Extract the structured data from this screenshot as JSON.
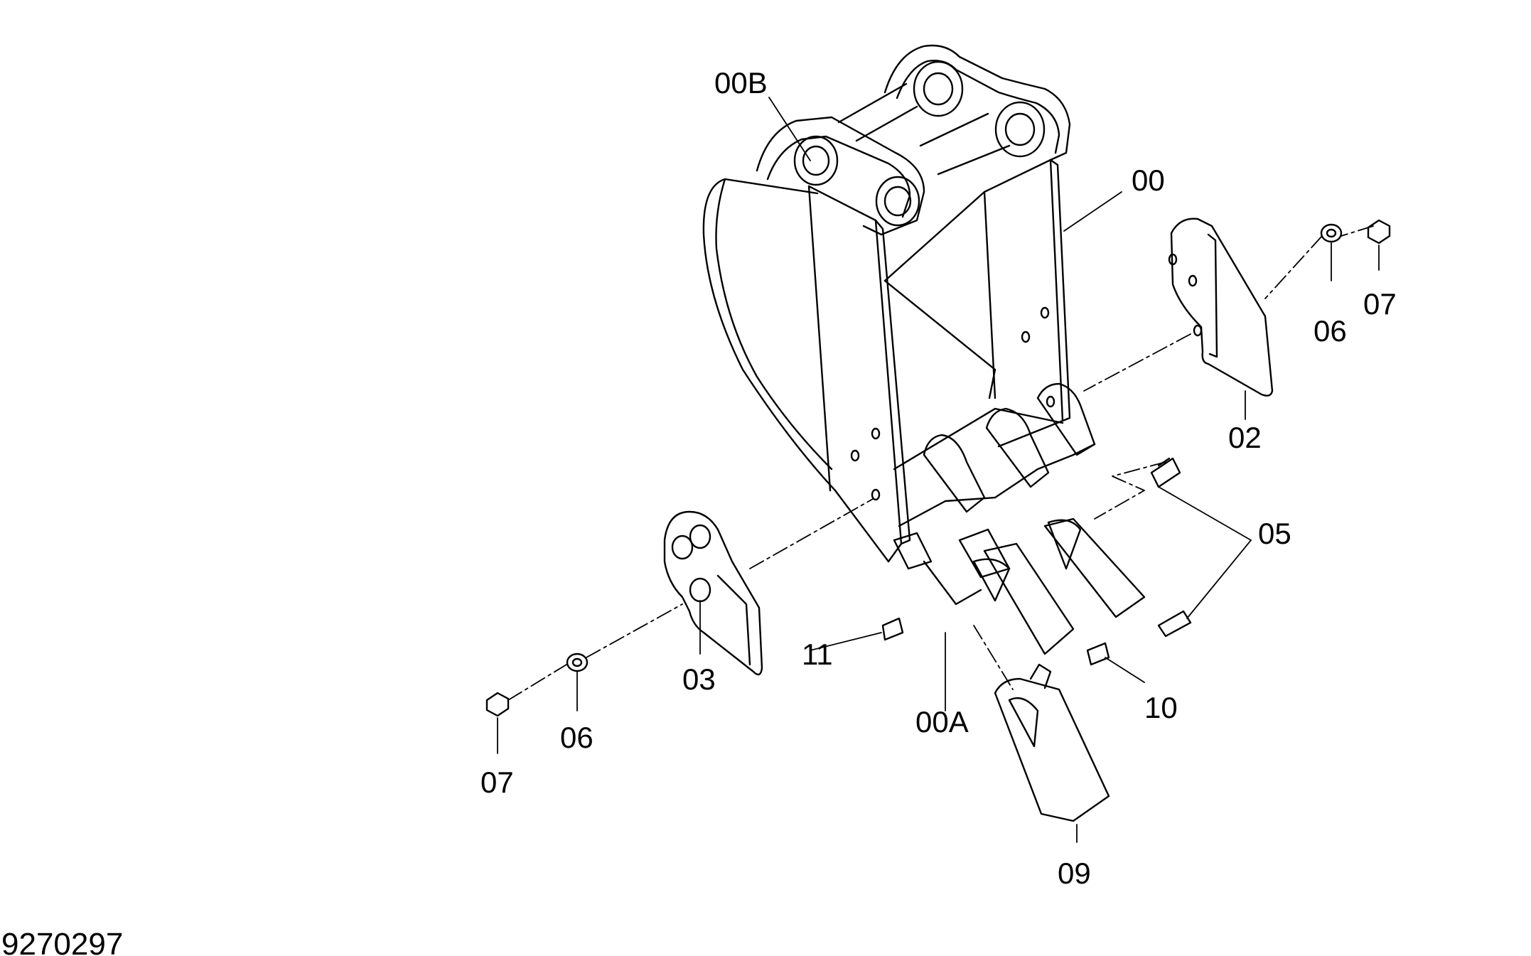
{
  "figure_number": "9270297",
  "callouts": [
    {
      "id": "00B",
      "text": "00B"
    },
    {
      "id": "00",
      "text": "00"
    },
    {
      "id": "07a",
      "text": "07"
    },
    {
      "id": "06a",
      "text": "06"
    },
    {
      "id": "02",
      "text": "02"
    },
    {
      "id": "05",
      "text": "05"
    },
    {
      "id": "03",
      "text": "03"
    },
    {
      "id": "11",
      "text": "11"
    },
    {
      "id": "00A",
      "text": "00A"
    },
    {
      "id": "10",
      "text": "10"
    },
    {
      "id": "06b",
      "text": "06"
    },
    {
      "id": "07b",
      "text": "07"
    },
    {
      "id": "09",
      "text": "09"
    }
  ]
}
